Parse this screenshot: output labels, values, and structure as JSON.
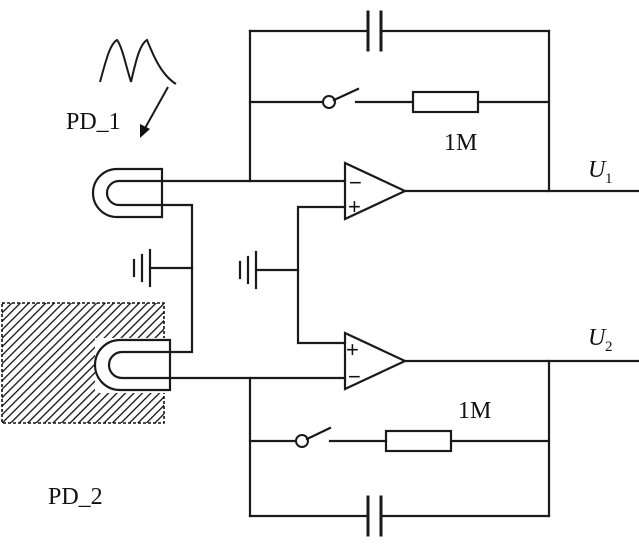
{
  "labels": {
    "pd1": "PD_1",
    "pd2": "PD_2",
    "r_top": "1M",
    "r_bottom": "1M",
    "u1_main": "U",
    "u1_sub": "1",
    "u2_main": "U",
    "u2_sub": "2",
    "amp1_minus": "−",
    "amp1_plus": "+",
    "amp2_plus": "+",
    "amp2_minus": "−"
  },
  "colors": {
    "line": "#1a1a1a",
    "background": "#ffffff"
  },
  "icons": {
    "pd1": "photodiode-icon",
    "pd2": "photodiode-icon",
    "ground": "ground-icon",
    "switch": "switch-icon",
    "capacitor": "capacitor-icon",
    "resistor": "resistor-icon",
    "opamp": "op-amp-icon",
    "pulse": "light-pulse-icon",
    "arrow": "arrow-icon"
  }
}
